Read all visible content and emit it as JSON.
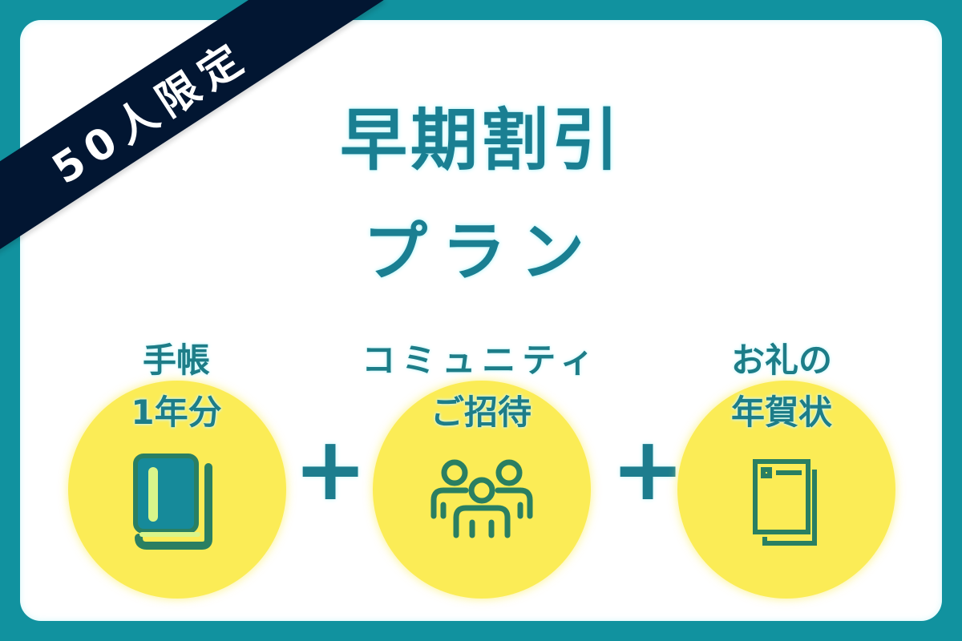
{
  "banner": {
    "ribbon_text": "50人限定",
    "title_line1": "早期割引",
    "title_line2": "プラン"
  },
  "items": [
    {
      "label_line1": "手帳",
      "label_line2": "1年分",
      "icon": "notebook-icon"
    },
    {
      "label_line1": "コミュニティ",
      "label_line2": "ご招待",
      "icon": "group-people-icon"
    },
    {
      "label_line1": "お礼の",
      "label_line2": "年賀状",
      "icon": "documents-icon"
    }
  ],
  "separators": [
    "+",
    "+"
  ],
  "colors": {
    "border": "#11929f",
    "card": "#ffffff",
    "ribbon": "#021632",
    "title": "#1a7f92",
    "circle": "#fbec56",
    "icon": "#2a7f62"
  }
}
